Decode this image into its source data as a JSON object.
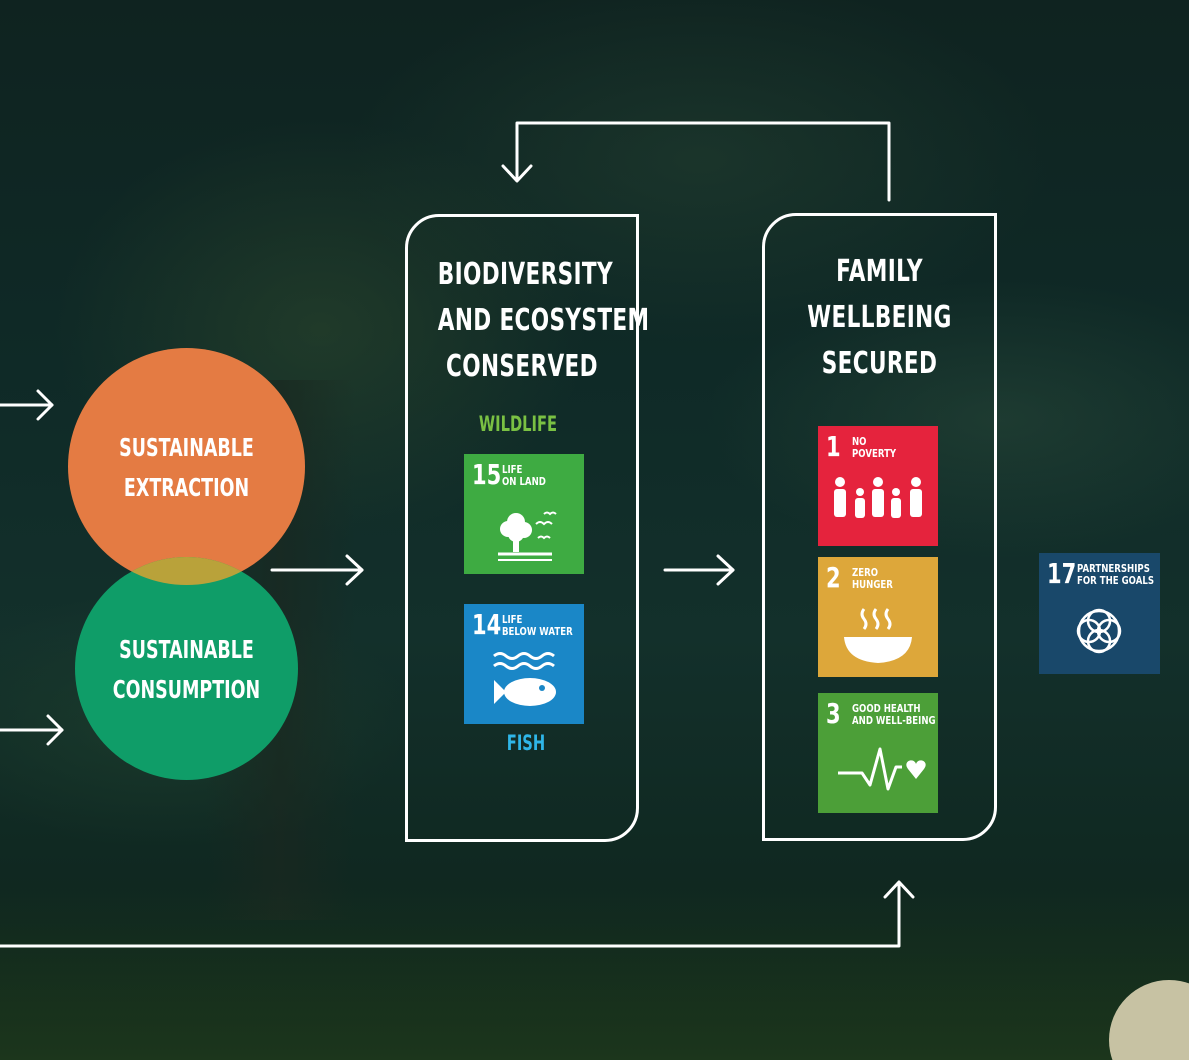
{
  "circles": {
    "extraction": {
      "line1": "SUSTAINABLE",
      "line2": "EXTRACTION",
      "color": "#e47b43"
    },
    "consumption": {
      "line1": "SUSTAINABLE",
      "line2": "CONSUMPTION",
      "color": "#0f9d68"
    },
    "overlap_color": "#b9a23a"
  },
  "biodiversity_panel": {
    "title": [
      "BIODIVERSITY",
      "AND ECOSYSTEM",
      "CONSERVED"
    ],
    "wildlife_label": "WILDLIFE",
    "wildlife_color": "#7ac143",
    "fish_label": "FISH",
    "fish_color": "#2fb6e8"
  },
  "family_panel": {
    "title": [
      "FAMILY",
      "WELLBEING",
      "SECURED"
    ]
  },
  "sdgs": {
    "sdg15": {
      "number": "15",
      "label": [
        "LIFE",
        "ON LAND"
      ],
      "color": "#3eab42",
      "icon": "tree-birds-icon"
    },
    "sdg14": {
      "number": "14",
      "label": [
        "LIFE",
        "BELOW WATER"
      ],
      "color": "#1a87c7",
      "icon": "fish-waves-icon"
    },
    "sdg1": {
      "number": "1",
      "label": [
        "NO",
        "POVERTY"
      ],
      "color": "#e5233d",
      "icon": "family-icon"
    },
    "sdg2": {
      "number": "2",
      "label": [
        "ZERO",
        "HUNGER"
      ],
      "color": "#dda73a",
      "icon": "bowl-icon"
    },
    "sdg3": {
      "number": "3",
      "label": [
        "GOOD HEALTH",
        "AND WELL-BEING"
      ],
      "color": "#4c9f38",
      "icon": "heartbeat-icon"
    },
    "sdg17": {
      "number": "17",
      "label": [
        "PARTNERSHIPS",
        "FOR THE GOALS"
      ],
      "color": "#19486a",
      "icon": "rings-icon"
    }
  }
}
